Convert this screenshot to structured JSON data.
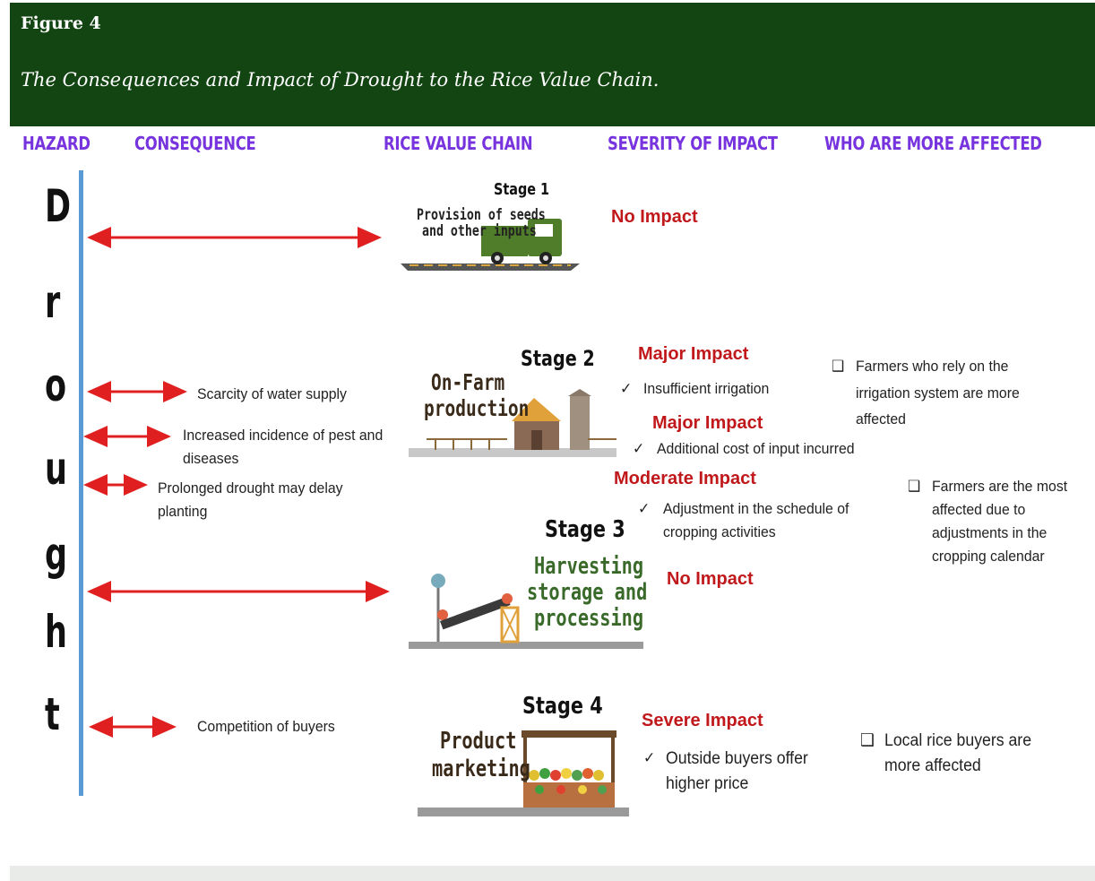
{
  "figure": {
    "label": "Figure 4",
    "caption": "The Consequences and Impact of Drought to the Rice Value Chain."
  },
  "columns": {
    "hazard": "HAZARD",
    "consequence": "CONSEQUENCE",
    "value_chain": "RICE VALUE CHAIN",
    "severity": "SEVERITY OF IMPACT",
    "affected": "WHO ARE MORE AFFECTED"
  },
  "hazard_letters": [
    "D",
    "r",
    "o",
    "u",
    "g",
    "h",
    "t"
  ],
  "consequences": {
    "c1": "Scarcity of water supply",
    "c2a": "Increased incidence of pest and",
    "c2b": "diseases",
    "c3a": "Prolonged drought may delay",
    "c3b": "planting",
    "c4": "Competition of buyers"
  },
  "stages": {
    "s1": {
      "label": "Stage 1",
      "name_a": "Provision of seeds",
      "name_b": "and other inputs"
    },
    "s2": {
      "label": "Stage 2",
      "name_a": "On-Farm",
      "name_b": "production"
    },
    "s3": {
      "label": "Stage 3",
      "name_a": "Harvesting",
      "name_b": "storage and",
      "name_c": "processing"
    },
    "s4": {
      "label": "Stage 4",
      "name_a": "Product",
      "name_b": "marketing"
    }
  },
  "severity": {
    "s1": "No Impact",
    "s2a": "Major Impact",
    "s2a_detail": "Insufficient irrigation",
    "s2b": "Major Impact",
    "s2b_detail": "Additional cost of input incurred",
    "s2c": "Moderate  Impact",
    "s2c_detail_a": "Adjustment in the schedule of",
    "s2c_detail_b": "cropping activities",
    "s3": "No Impact",
    "s4": "Severe Impact",
    "s4_detail_a": "Outside buyers offer",
    "s4_detail_b": "higher price"
  },
  "affected": {
    "a1_a": "Farmers who rely on the",
    "a1_b": "irrigation system are more",
    "a1_c": "affected",
    "a2_a": "Farmers are the most",
    "a2_b": "affected due to",
    "a2_c": "adjustments in the",
    "a2_d": "cropping calendar",
    "a3_a": "Local rice buyers are",
    "a3_b": "more affected"
  },
  "symbols": {
    "check": "✓",
    "box": "❑"
  },
  "colors": {
    "header_bg": "#134513",
    "column_heading": "#7733dd",
    "severity_red": "#c0181b",
    "arrow_red": "#e02020",
    "hazard_line": "#5b9bd5"
  }
}
